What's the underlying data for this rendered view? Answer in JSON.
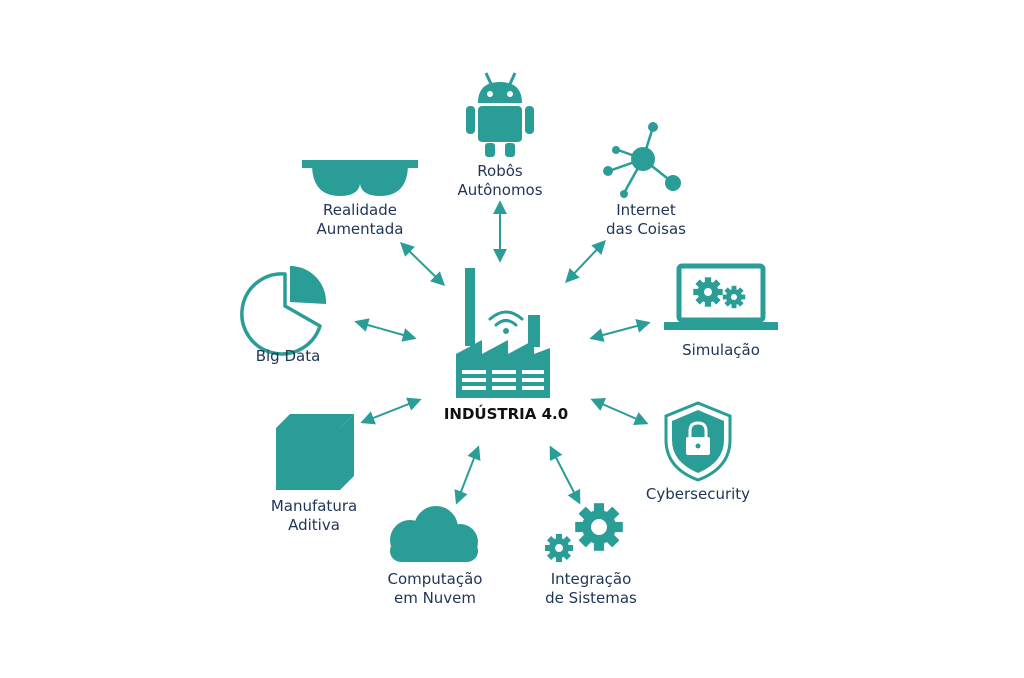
{
  "center": {
    "label": "INDÚSTRIA 4.0",
    "icon": "factory-icon"
  },
  "colors": {
    "teal": "#2a9d96",
    "navy": "#1f3557"
  },
  "nodes": {
    "robots": {
      "line1": "Robôs",
      "line2": "Autônomos",
      "icon": "robot-icon"
    },
    "iot": {
      "line1": "Internet",
      "line2": "das Coisas",
      "icon": "network-icon"
    },
    "ar": {
      "line1": "Realidade",
      "line2": "Aumentada",
      "icon": "vr-goggles-icon"
    },
    "bigdata": {
      "line1": "Big Data",
      "icon": "pie-chart-icon"
    },
    "simulation": {
      "line1": "Simulação",
      "icon": "laptop-gears-icon"
    },
    "additive": {
      "line1": "Manufatura",
      "line2": "Aditiva",
      "icon": "cube-icon"
    },
    "cyber": {
      "line1": "Cybersecurity",
      "icon": "shield-lock-icon"
    },
    "cloud": {
      "line1": "Computação",
      "line2": "em Nuvem",
      "icon": "cloud-icon"
    },
    "integration": {
      "line1": "Integração",
      "line2": "de Sistemas",
      "icon": "gears-icon"
    }
  }
}
